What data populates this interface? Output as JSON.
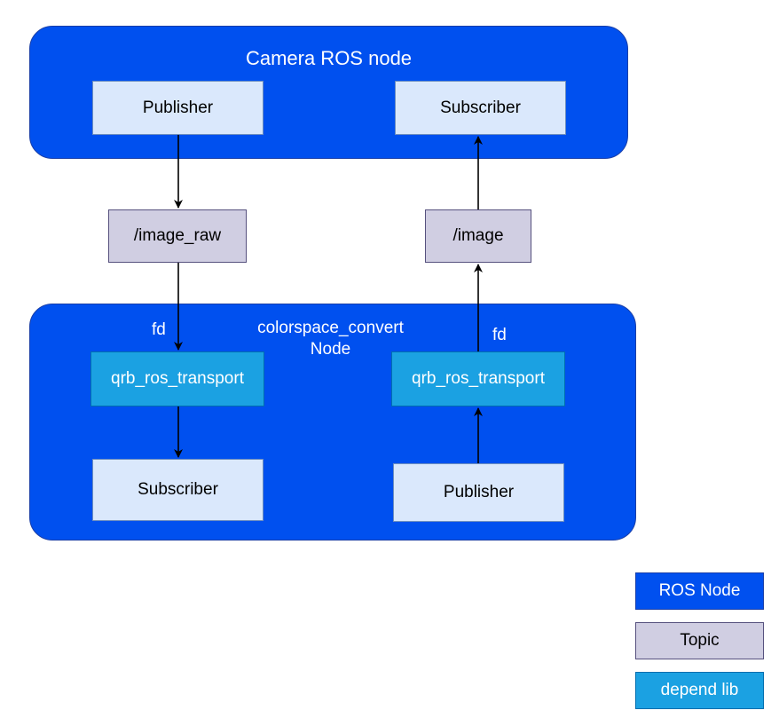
{
  "colors": {
    "ros_node": "#0050EF",
    "ros_node_border": "#1a3fa8",
    "pubsub_fill": "#DAE8FC",
    "pubsub_border": "#6C8EBF",
    "topic_fill": "#D0CEE2",
    "topic_border": "#56517E",
    "depend_lib": "#1BA1E2",
    "depend_lib_border": "#006EAF",
    "arrow": "#000000"
  },
  "camera_node": {
    "title": "Camera ROS node",
    "publisher": "Publisher",
    "subscriber": "Subscriber"
  },
  "topics": {
    "image_raw": "/image_raw",
    "image": "/image"
  },
  "convert_node": {
    "title_line1": "colorspace_convert",
    "title_line2": "Node",
    "transport_left": "qrb_ros_transport",
    "transport_right": "qrb_ros_transport",
    "subscriber": "Subscriber",
    "publisher": "Publisher",
    "fd_left": "fd",
    "fd_right": "fd"
  },
  "legend": {
    "ros_node": "ROS Node",
    "topic": "Topic",
    "depend_lib": "depend lib"
  }
}
